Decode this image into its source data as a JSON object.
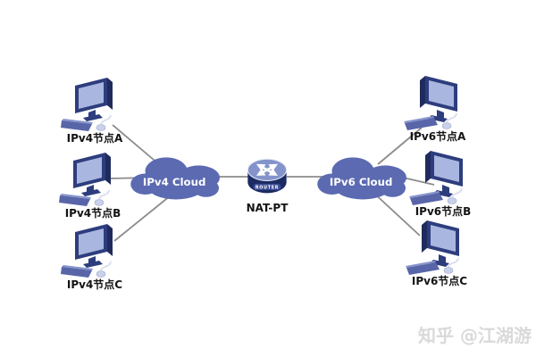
{
  "diagram": {
    "left_nodes": [
      {
        "label": "IPv4节点A"
      },
      {
        "label": "IPv4节点B"
      },
      {
        "label": "IPv4节点C"
      }
    ],
    "right_nodes": [
      {
        "label": "IPv6节点A"
      },
      {
        "label": "IPv6节点B"
      },
      {
        "label": "IPv6节点C"
      }
    ],
    "ipv4_cloud": {
      "label": "IPv4 Cloud"
    },
    "ipv6_cloud": {
      "label": "IPv6 Cloud"
    },
    "router": {
      "device_text": "ROUTER",
      "label": "NAT-PT"
    }
  },
  "watermark": {
    "text": "知乎 @江湖游"
  },
  "colors": {
    "cloud_fill": "#5b6ab1",
    "device_dark": "#1c2a63",
    "device_top": "#8494cb",
    "monitor_frame": "#2d3d7d",
    "monitor_side": "#1f2b5c",
    "screen": "#a9b6e0",
    "keyboard": "#5865a8",
    "keyboard_top": "#8795cc",
    "connection_line": "#8c8c8c",
    "label_text": "#141414",
    "cloud_text": "#ffffff",
    "watermark_text": "#d9d9d9"
  }
}
